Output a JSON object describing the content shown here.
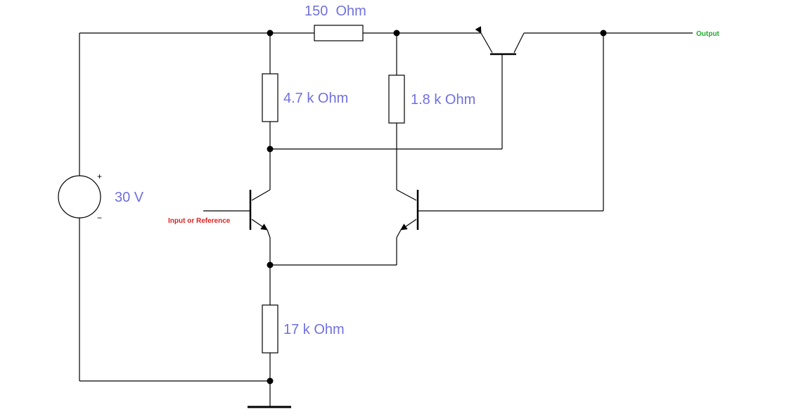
{
  "labels": {
    "r_top": "150  Ohm",
    "r_left": "4.7 k Ohm",
    "r_right": "1.8 k Ohm",
    "r_bottom": "17 k Ohm",
    "source": "30 V",
    "plus": "+",
    "minus": "−",
    "input": "Input or Reference",
    "output": "Output"
  },
  "colors": {
    "value_text": "#7070e0",
    "input_text": "#dd2222",
    "output_text": "#22aa33"
  }
}
